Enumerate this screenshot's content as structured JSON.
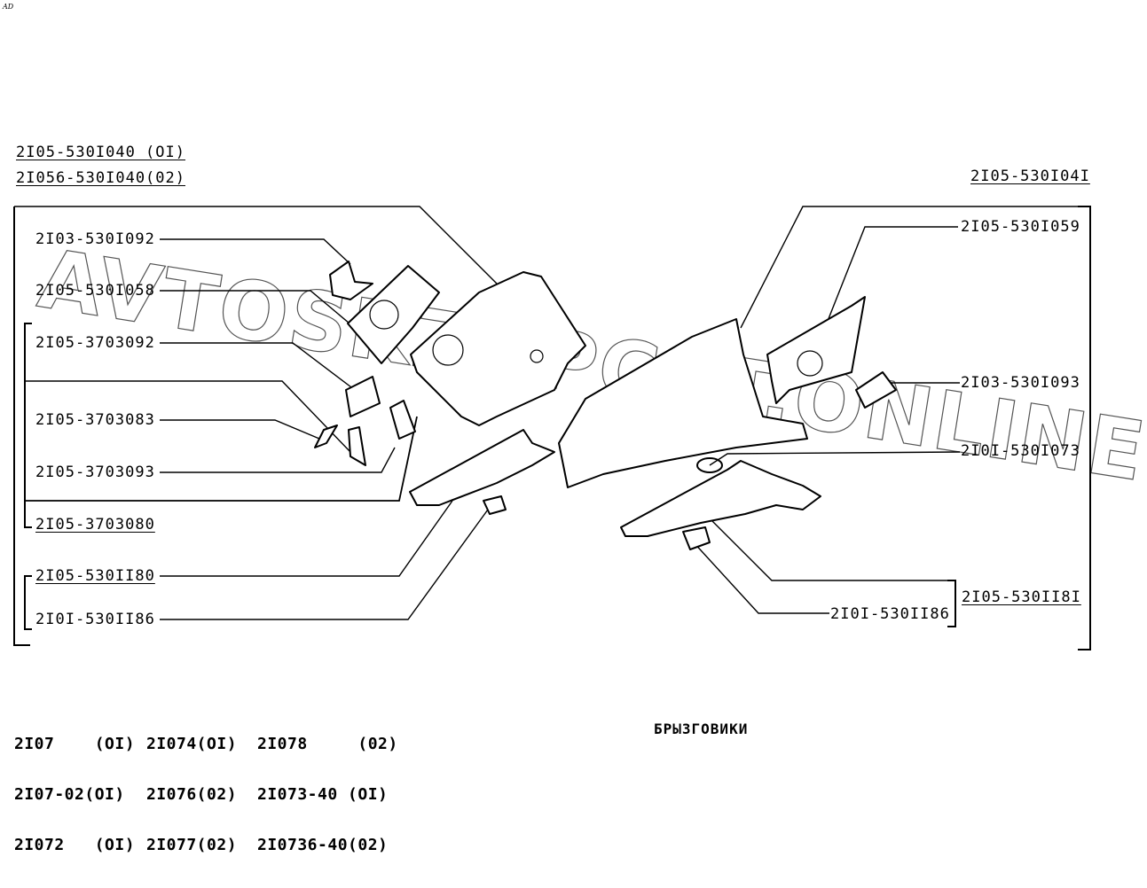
{
  "page": {
    "corner_mark": "AD",
    "title": "БРЫЗГОВИКИ",
    "watermark": "AVTOSKZAPCAT.ONLINE"
  },
  "assemblies": {
    "left_main": [
      "2I05-530I040 (OI)",
      "2I056-530I040(02)"
    ],
    "right_main": "2I05-530I04I",
    "left_sub_3703080": "2I05-3703080",
    "left_sub_530II80": "2I05-530II80",
    "right_sub_530II8I": "2I05-530II8I"
  },
  "callouts": {
    "left": [
      {
        "id": "c1",
        "part": "2I03-530I092"
      },
      {
        "id": "c2",
        "part": "2I05-530I058"
      },
      {
        "id": "c3",
        "part": "2I05-3703092"
      },
      {
        "id": "c4",
        "part": "2I05-3703083"
      },
      {
        "id": "c5",
        "part": "2I05-3703093"
      },
      {
        "id": "c6",
        "part": "2I0I-530II86"
      }
    ],
    "right": [
      {
        "id": "r1",
        "part": "2I05-530I059"
      },
      {
        "id": "r2",
        "part": "2I03-530I093"
      },
      {
        "id": "r3",
        "part": "2I0I-530I073"
      },
      {
        "id": "r4",
        "part": "2I0I-530II86"
      }
    ]
  },
  "applicability": {
    "columns": [
      [
        "2I07    (OI)",
        "2I07-02(OI)",
        "2I072   (OI)"
      ],
      [
        "2I074(OI)",
        "2I076(02)",
        "2I077(02)"
      ],
      [
        "2I078     (02)",
        "2I073-40 (OI)",
        "2I0736-40(02)"
      ]
    ]
  }
}
